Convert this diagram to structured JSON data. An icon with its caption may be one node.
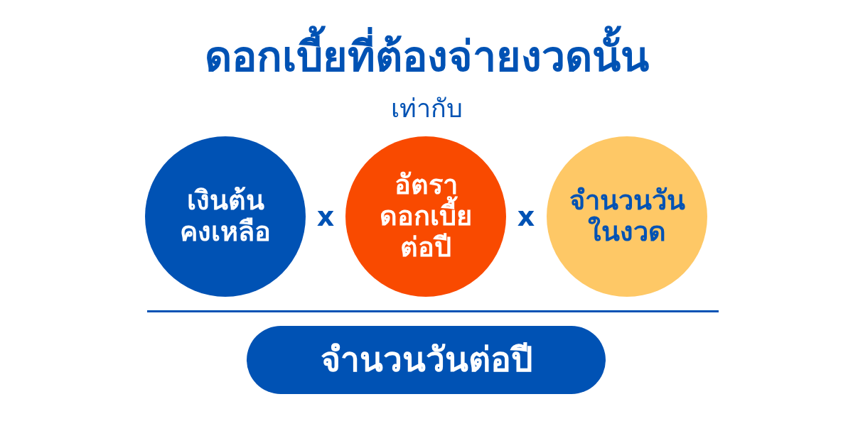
{
  "diagram": {
    "title": "ดอกเบี้ยที่ต้องจ่ายงวดนั้น",
    "nodes": [
      {
        "text": [
          "เงินต้นคงเหลือ"
        ]
      },
      {
        "text": [
          "อัตราดอกเบี้ยต่อปี"
        ]
      },
      {
        "text": [
          "จำนวนวันในงวด"
        ]
      },
      {
        "text": [
          "จำนวนวันต่อปี"
        ]
      }
    ],
    "labels": [
      "เท่ากับ",
      "x",
      "x"
    ]
  }
}
